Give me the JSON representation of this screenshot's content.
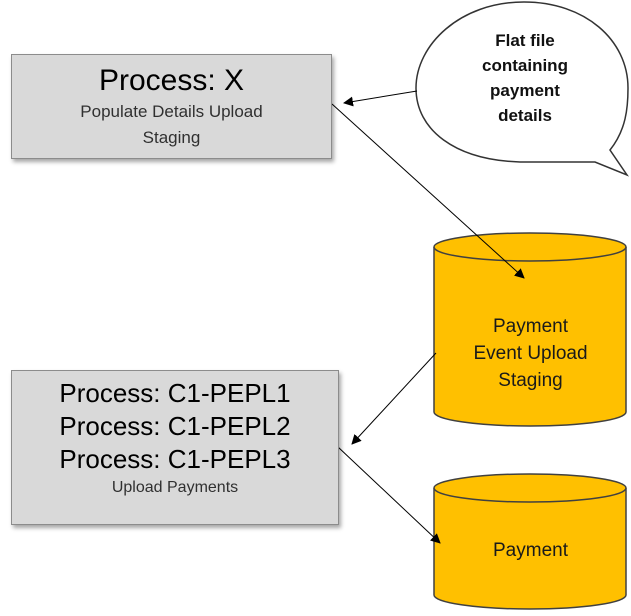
{
  "process_x": {
    "title": "Process: X",
    "subtitle_line1": "Populate Details Upload",
    "subtitle_line2": "Staging"
  },
  "flat_file": {
    "line1": "Flat file",
    "line2": "containing",
    "line3": "payment",
    "line4": "details"
  },
  "staging_store": {
    "line1": "Payment",
    "line2": "Event Upload",
    "line3": "Staging"
  },
  "upload_processes": {
    "line1": "Process: C1-PEPL1",
    "line2": "Process: C1-PEPL2",
    "line3": "Process: C1-PEPL3",
    "subtitle": "Upload Payments"
  },
  "payment_store": {
    "label": "Payment"
  },
  "colors": {
    "process_fill": "#d9d9d9",
    "store_fill": "#ffc000",
    "store_stroke": "#404040",
    "arrow": "#000000"
  }
}
